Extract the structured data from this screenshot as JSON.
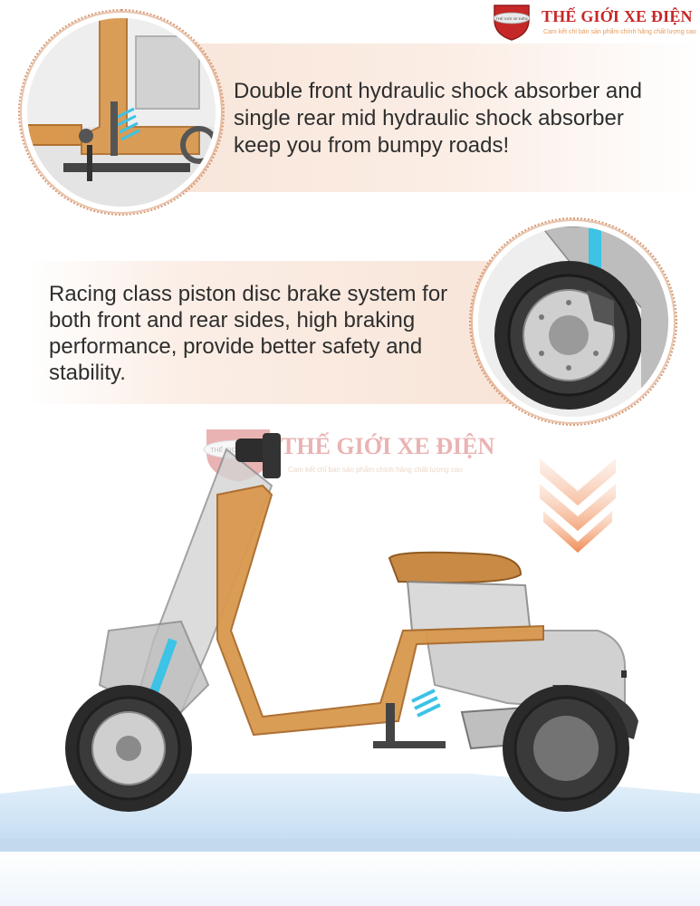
{
  "brand": {
    "name": "THẾ GIỚI XE ĐIỆN",
    "tagline": "Cam kết chỉ bán sản phẩm chính hãng chất lượng cao",
    "shield_text": "THẾ GIỚI XE ĐIỆN",
    "color": "#c62828"
  },
  "features": [
    {
      "text": "Double front hydraulic shock absorber and single rear mid hydraulic shock absorber keep you from bumpy roads!"
    },
    {
      "text": "Racing class piston disc brake system for both front and rear sides, high braking performance, provide better safety and stability."
    }
  ],
  "watermark": {
    "name": "THẾ GIỚI XE ĐIỆN",
    "tagline": "Cam kết chỉ bán sản phẩm chính hãng chất lượng cao",
    "shield_text": "THẾ GIỚI XE ĐIỆN"
  },
  "colors": {
    "frame": "#d9984e",
    "shock": "#3cc3e6",
    "band": "#f8e6da",
    "arrow": "#f29a6a"
  }
}
